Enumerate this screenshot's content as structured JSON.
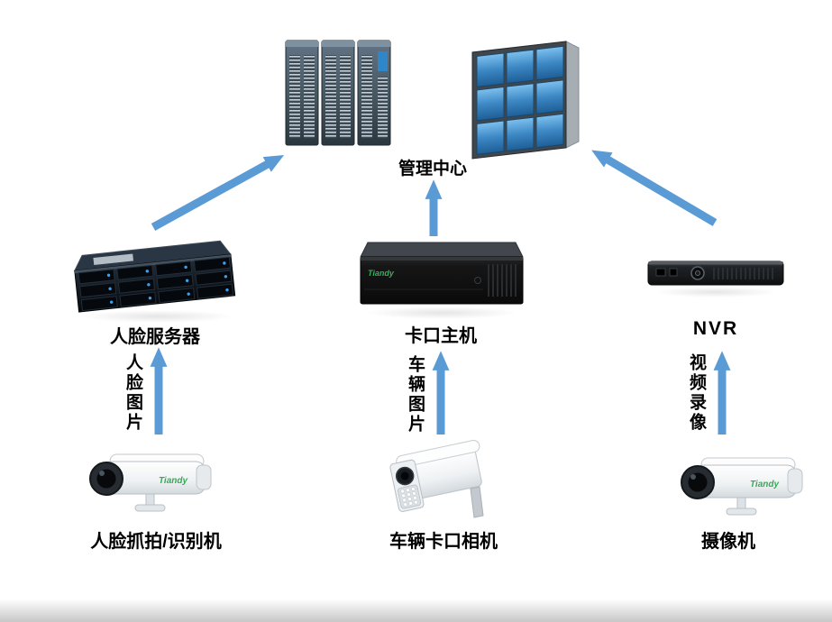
{
  "nodes": {
    "management_center": {
      "label": "管理中心"
    },
    "face_server": {
      "label": "人脸服务器"
    },
    "checkpoint_host": {
      "label": "卡口主机"
    },
    "nvr": {
      "label": "NVR"
    },
    "face_camera": {
      "label": "人脸抓拍/识别机"
    },
    "vehicle_camera": {
      "label": "车辆卡口相机"
    },
    "camera": {
      "label": "摄像机"
    }
  },
  "flows": {
    "face_images": {
      "label": "人脸图片"
    },
    "vehicle_images": {
      "label": "车辆图片"
    },
    "video_recording": {
      "label": "视频录像"
    }
  },
  "brand": {
    "name": "Tiandy"
  },
  "colors": {
    "arrow": "#5B9BD5"
  }
}
